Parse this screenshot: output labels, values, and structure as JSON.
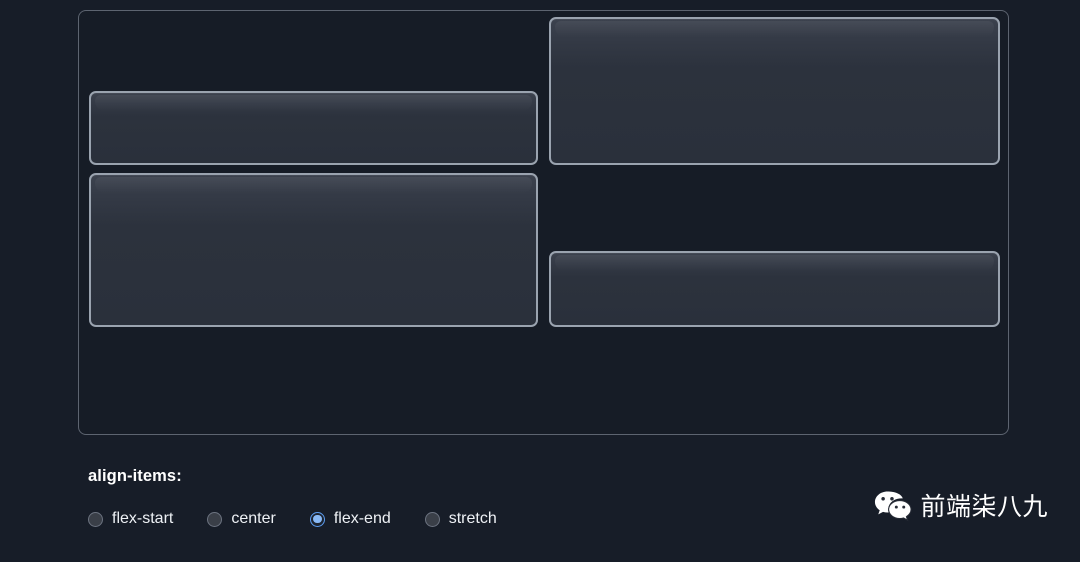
{
  "page": {
    "background_color": "#171d28"
  },
  "demo": {
    "container_name": "flex-container",
    "applied_property": "align-items: flex-end",
    "border_color": "#5d6470",
    "box_border_color": "#9aa3af",
    "box_fill_color": "#2c323d",
    "boxes": [
      {
        "id": "box-1",
        "label": ""
      },
      {
        "id": "box-2",
        "label": ""
      },
      {
        "id": "box-3",
        "label": ""
      },
      {
        "id": "box-4",
        "label": ""
      }
    ]
  },
  "controls": {
    "title": "align-items:",
    "selected_value": "flex-end",
    "accent_color": "#89b9f5",
    "options": [
      {
        "value": "flex-start",
        "label": "flex-start",
        "selected": false
      },
      {
        "value": "center",
        "label": "center",
        "selected": false
      },
      {
        "value": "flex-end",
        "label": "flex-end",
        "selected": true
      },
      {
        "value": "stretch",
        "label": "stretch",
        "selected": false
      }
    ]
  },
  "watermark": {
    "icon": "wechat-icon",
    "text": "前端柒八九"
  }
}
